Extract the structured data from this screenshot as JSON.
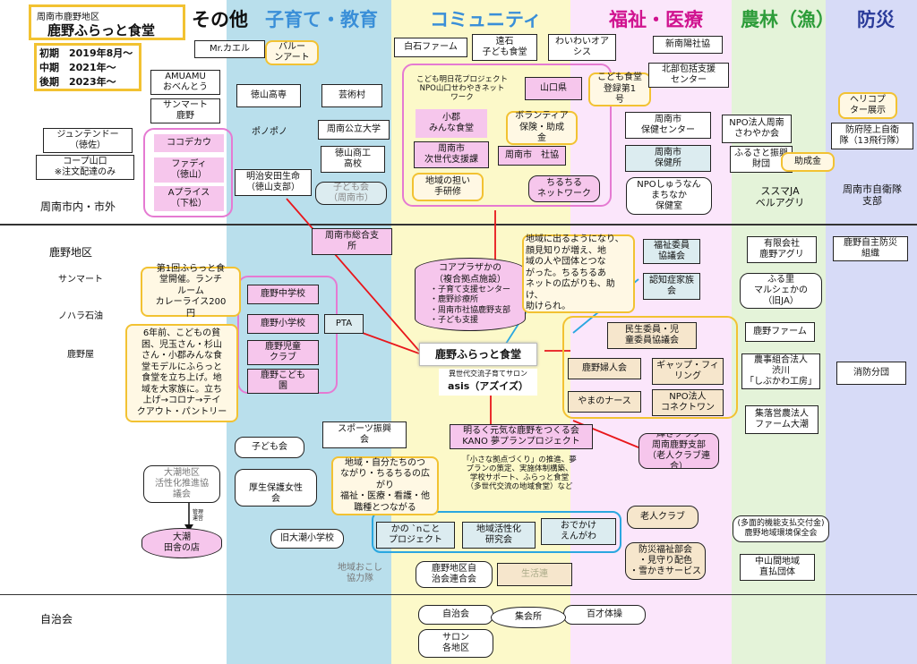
{
  "title": {
    "org": "周南市鹿野地区",
    "name": "鹿野ふらっと食堂"
  },
  "periods": [
    "初期　2019年8月～",
    "中期　2021年～",
    "後期　2023年～"
  ],
  "columns": [
    "その他",
    "子育て・教育",
    "コミュニティ",
    "福祉・医療",
    "農林（漁）",
    "防災"
  ],
  "colors": {
    "kosodate": "#b9dfec",
    "community": "#fcf9c9",
    "fukushi": "#fbe6fb",
    "nourin": "#e4f3d9",
    "bousai": "#d7dbf7",
    "title_border": "#f2c232",
    "pink_group": "#e57ad2",
    "red": "#e8161b",
    "blue": "#2aa7e0"
  },
  "rows": {
    "outer": "周南市内・市外",
    "kano": "鹿野地区",
    "jichikai": "自治会"
  },
  "center": {
    "main": "鹿野ふらっと食堂",
    "asis_sub": "異世代交流子育てサロン",
    "asis": "asis（アズイズ）"
  },
  "coa": {
    "title": "コアプラザかの\n（複合拠点施設）",
    "items": "・子育て支援センター\n・鹿野診療所\n・周南市社協鹿野支部\n・子ども支援"
  },
  "nodes": {
    "mrkaeru": "Mr.カエル",
    "amuamu": "AMUAMU\nおべんとう",
    "sunmart_kano": "サンマート\n鹿野",
    "junten": "ジュンテンドー\n（徳佐）",
    "coop": "コープ山口\n※注文配達のみ",
    "cocodekahu": "ココデカウ",
    "fadi": "ファディ\n（徳山）",
    "aprice": "Aプライス\n（下松）",
    "tokuyamakosen": "徳山高専",
    "geijutsu": "芸術村",
    "ponopono": "ポノポノ",
    "kouritsu": "周南公立大学",
    "shogyo": "徳山商工\n高校",
    "meiji": "明治安田生命\n（徳山支部）",
    "kodomokai_shunan": "子ども会\n（周南市）",
    "shiraishi": "白石ファーム",
    "touishi": "遠石\n子ども食堂",
    "waiwai": "わいわいオア\nシス",
    "hanabi": "こども明日花プロジェクト\nNPO山口せわやきネット\nワーク",
    "yamaguchi": "山口県",
    "ogori": "小郡\nみんな食堂",
    "jisedai": "周南市\n次世代支援課",
    "shakyo": "周南市　社協",
    "chiruchiru": "ちるちる\nネットワーク",
    "shinnan": "新南陽社協",
    "kitabu": "北部包括支援\nセンター",
    "hoken_center": "周南市\n保健センター",
    "hokenjo": "周南市\n保健所",
    "shunan_kenko": "NPO法人周南\nさわやか会",
    "npo_shunan": "NPOしゅうなん\nまちなか\n保健室",
    "furusato_zaidan": "ふるさと振興\n財団",
    "susuma": "ススマJA\nベルアグリ",
    "bouei": "防府陸上自衛\n隊（13飛行隊）",
    "jieitai_shibu": "周南市自衛隊\n支部",
    "sogoshisho": "周南市総合支\n所",
    "sunmart": "サンマート",
    "nohara": "ノハラ石油",
    "kanoya": "鹿野屋",
    "kano_chu": "鹿野中学校",
    "kano_sho": "鹿野小学校",
    "pta": "PTA",
    "jido_club": "鹿野児童\nクラブ",
    "kano_kodomoen": "鹿野こども\n園",
    "fukushi_iin": "福祉委員\n協議会",
    "ninchisho": "認知症家族\n会",
    "minsei": "民生委員・児\n童委員協議会",
    "fujinkai": "鹿野婦人会",
    "gap": "ギャップ・フィ\nリング",
    "yamano": "やまのナース",
    "npo_connect": "NPO法人\nコネクトワン",
    "kano_agri": "有限会社\n鹿野アグリ",
    "marche": "ふる里\nマルシェかの\n（旧JA）",
    "kano_farm": "鹿野ファーム",
    "nouji_shibukawa": "農事組合法人\n渋川\n「しぶかわ工房」",
    "shuraku_taicho": "集落営農法人\nファーム大潮",
    "jishu_bousai": "鹿野自主防災\n組織",
    "shoubou": "消防分団",
    "sports": "スポーツ振興\n会",
    "kodomokai": "子ども会",
    "kousei_josei": "厚生保護女性\n会",
    "sougo_kanri": "管理\n運営",
    "ohshio_kassei": "大潮地区\n活性化推進協\n議会",
    "ohshio_inaka": "大潮\n田舎の店",
    "kyuohshio": "旧大潮小学校",
    "kokoshi": "地域おこし\n協力隊",
    "kano_yume": "明るく元気な鹿野をつくる会\nKANO 夢プランプロジェクト",
    "kano_yume_desc": "「小さな拠点づくり」の推進、夢\nプランの策定、実施体制構築、\n学校サポート、ふらっと食堂\n（多世代交流の地域食堂）など",
    "kanokoto": "かの `nこと\nプロジェクト",
    "chiiki_kassei": "地域活性化\n研究会",
    "odekake": "おでかけ\nえんがわ",
    "jichi_rengokai": "鹿野地区自\n治会連合会",
    "seikatsu": "生活連",
    "roujin": "老人クラブ",
    "bousai_fukushi": "防災福祉部会\n・見守り配色\n・雪かきサービス",
    "roujin_club_shunan": "輝きクラブ\n周南鹿野支部\n（老人クラブ連\n合）",
    "tamenteki": "(多面的機能支払交付金)\n鹿野地域環境保全会",
    "chusankan": "中山間地域\n直払団体",
    "jichikai": "自治会",
    "shukaisho": "集会所",
    "hyakusai": "百才体操",
    "salon": "サロン\n各地区"
  },
  "callouts": {
    "balloon": "バルー\nンアート",
    "kodomo_shokudo": "こども食堂\n登録第1\n号",
    "volunteer": "ボランティア\n保険・助成\n金",
    "chiiki_ninai": "地域の担い\n手研修",
    "heli": "ヘリコプ\nター展示",
    "josei": "助成金",
    "first": "第1回ふらっと食\n堂開催。ランチ\nルーム\nカレーライス200\n円",
    "story": "6年前、こどもの貧\n困、児玉さん・杉山\nさん・小郡みんな食\n堂モデルにふらっと\n食堂を立ち上げ。地\n域を大家族に。立ち\n上げ→コロナ→テイ\nクアウト・パントリー",
    "kao": "地域に出るようになり、\n顔見知りが増え、地\n域の人や団体とつな\nがった。ちるちるあ\nネットの広がりも、助け、\n助けられ。",
    "tsunagari": "地域・自分たちのつ\nながり・ちるちるの広\nがり\n福祉・医療・看護・他\n職種とつながる"
  }
}
